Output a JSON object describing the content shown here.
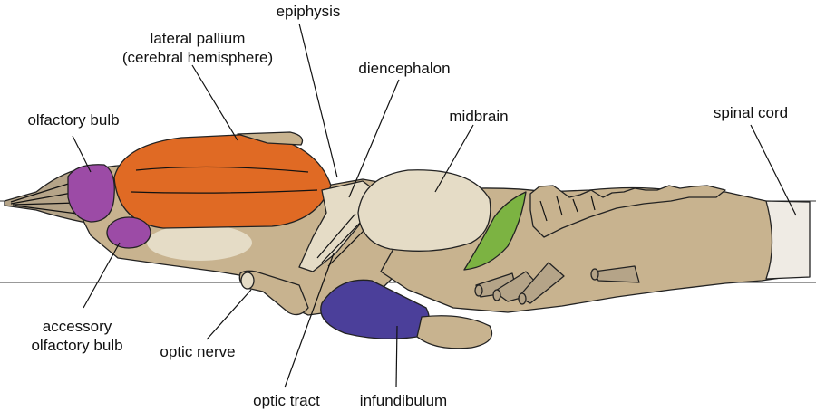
{
  "labels": {
    "epiphysis": "epiphysis",
    "lateral_pallium_line1": "lateral pallium",
    "lateral_pallium_line2": "(cerebral hemisphere)",
    "diencephalon": "diencephalon",
    "olfactory_bulb": "olfactory bulb",
    "midbrain": "midbrain",
    "spinal_cord": "spinal cord",
    "accessory_olfactory_bulb_line1": "accessory",
    "accessory_olfactory_bulb_line2": "olfactory bulb",
    "optic_nerve": "optic nerve",
    "optic_tract": "optic tract",
    "infundibulum": "infundibulum"
  },
  "colors": {
    "brain_tissue": "#c8b38f",
    "highlight_tissue": "#e5dcc6",
    "nerve_root": "#b5a488",
    "spinal_cord_end": "#efebe4",
    "lateral_pallium": "#e06a24",
    "olfactory_bulb": "#9c4ba6",
    "accessory_olfactory_bulb": "#9c4ba6",
    "infundibulum": "#4b3f9a",
    "midbrain_green": "#7cb342",
    "outline": "#222222"
  }
}
